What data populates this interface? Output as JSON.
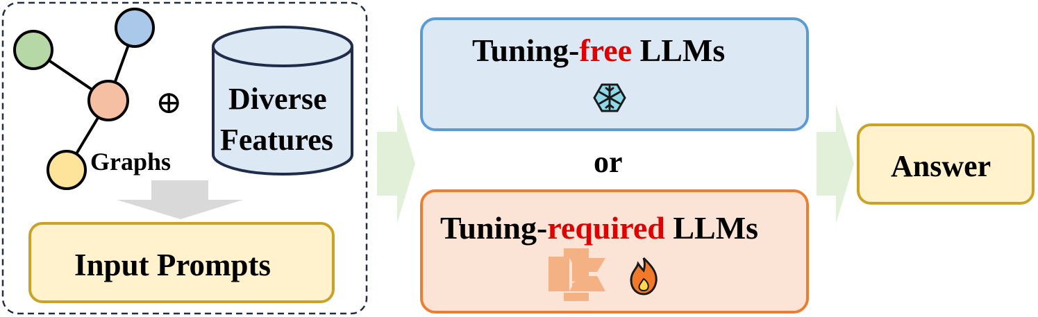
{
  "input_group": {
    "graphs_label": "Graphs",
    "oplus_symbol": "⊕",
    "features_line1": "Diverse",
    "features_line2": "Features",
    "prompt_label": "Input Prompts"
  },
  "llm_free": {
    "prefix": "Tuning-",
    "highlight": "free",
    "suffix": " LLMs"
  },
  "or_label": "or",
  "llm_required": {
    "prefix": "Tuning-",
    "highlight": "required",
    "suffix": " LLMs"
  },
  "answer_label": "Answer",
  "colors": {
    "blue_fill": "#dde8f5",
    "blue_border": "#5b9bd5",
    "orange_fill": "#fbe3d6",
    "orange_border": "#ed7d31",
    "yellow_fill": "#fff2cc",
    "yellow_border": "#c9a227",
    "highlight_red": "#e00000",
    "arrow_green": "#e2f0d9"
  }
}
